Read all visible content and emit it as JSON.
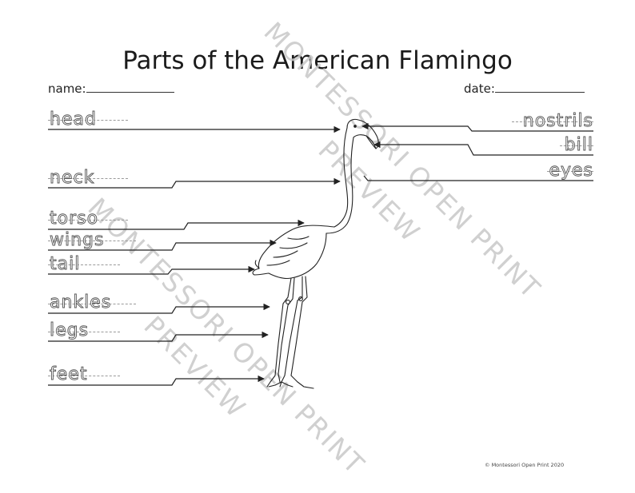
{
  "title": "Parts of the American Flamingo",
  "name_label": "name:",
  "date_label": "date:",
  "left_labels": {
    "head": "head",
    "neck": "neck",
    "torso": "torso",
    "wings": "wings",
    "tail": "tail",
    "ankles": "ankles",
    "legs": "legs",
    "feet": "feet"
  },
  "right_labels": {
    "nostrils": "nostrils",
    "bill": "bill",
    "eyes": "eyes"
  },
  "watermark": {
    "line1": "MONTESSORI OPEN PRINT",
    "line2": "PREVIEW"
  },
  "copyright": "© Montessori Open Print 2020"
}
